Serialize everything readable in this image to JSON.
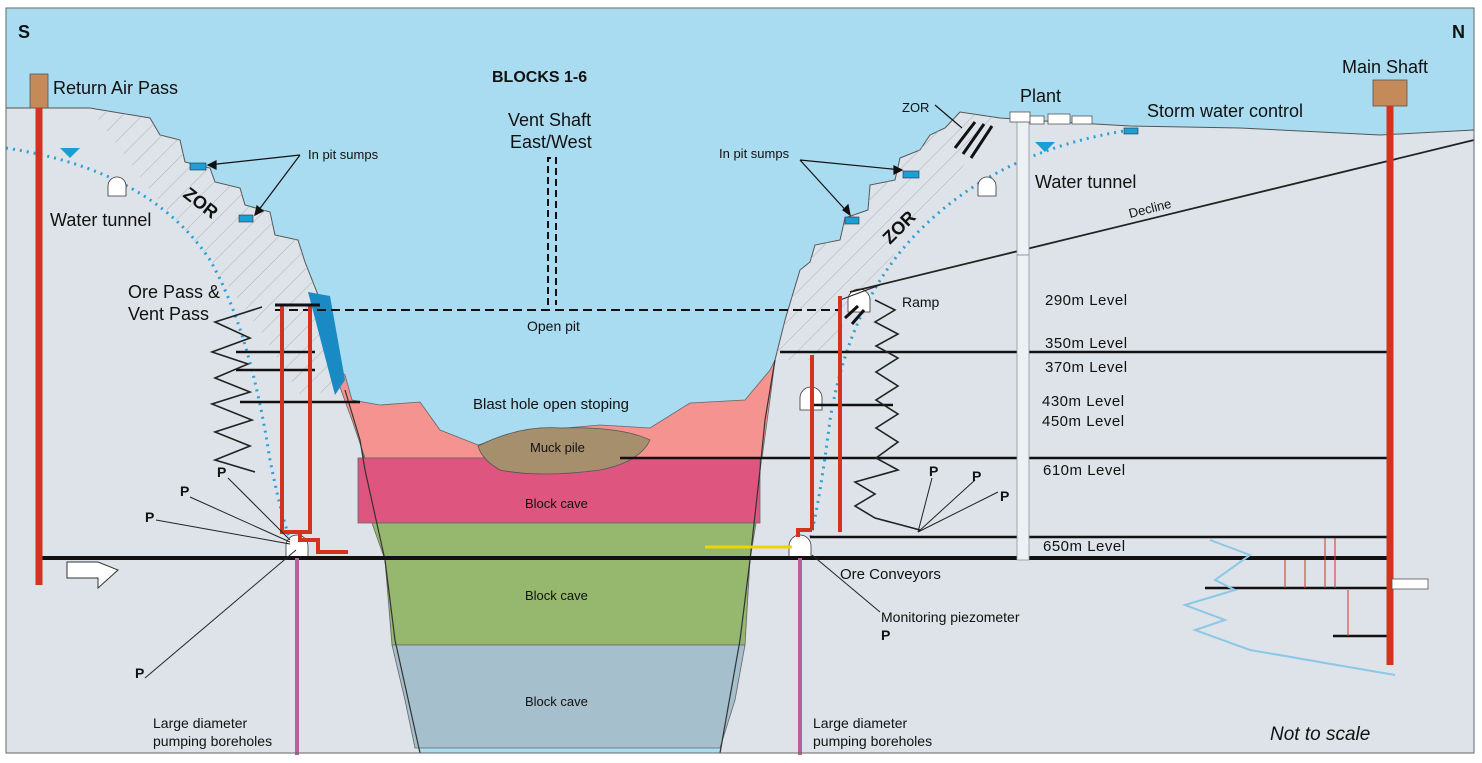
{
  "compass": {
    "south": "S",
    "north": "N"
  },
  "title": "BLOCKS 1-6",
  "labels": {
    "return_air_pass": "Return Air Pass",
    "main_shaft": "Main Shaft",
    "plant": "Plant",
    "storm_water_control": "Storm water control",
    "zor_small": "ZOR",
    "zor_left": "ZOR",
    "zor_right": "ZOR",
    "in_pit_sumps_left": "In pit sumps",
    "in_pit_sumps_right": "In pit sumps",
    "water_tunnel_left": "Water tunnel",
    "water_tunnel_right": "Water tunnel",
    "decline": "Decline",
    "vent_shaft_line1": "Vent Shaft",
    "vent_shaft_line2": "East/West",
    "ore_pass_line1": "Ore Pass &",
    "ore_pass_line2": "Vent Pass",
    "ramp": "Ramp",
    "open_pit": "Open pit",
    "blast_hole": "Blast hole open stoping",
    "muck_pile": "Muck pile",
    "block_cave_1": "Block cave",
    "block_cave_2": "Block cave",
    "block_cave_3": "Block cave",
    "ore_conveyors": "Ore Conveyors",
    "monitoring_piezometer": "Monitoring piezometer",
    "pumping_left_line1": "Large diameter",
    "pumping_left_line2": "pumping boreholes",
    "pumping_right_line1": "Large diameter",
    "pumping_right_line2": "pumping boreholes",
    "not_to_scale": "Not to scale",
    "p": "P"
  },
  "levels": [
    "290m Level",
    "350m Level",
    "370m Level",
    "430m Level",
    "450m Level",
    "610m Level",
    "650m Level"
  ],
  "colors": {
    "sky": "#a9dcf0",
    "ground": "#dde3e8",
    "zor_band": "#c8ced6",
    "stoping": "#f4938f",
    "block_cave_upper": "#de5580",
    "block_cave_middle": "#96b86e",
    "block_cave_lower": "#a6bfcc",
    "muck_pile": "#a58f6c",
    "shaft": "#d3331e",
    "pumping_borehole": "#b8609e",
    "water_table": "#2a9fd8",
    "sump": "#1d9fd5",
    "conveyor": "#f0d400",
    "collar": "#c48a5a"
  }
}
